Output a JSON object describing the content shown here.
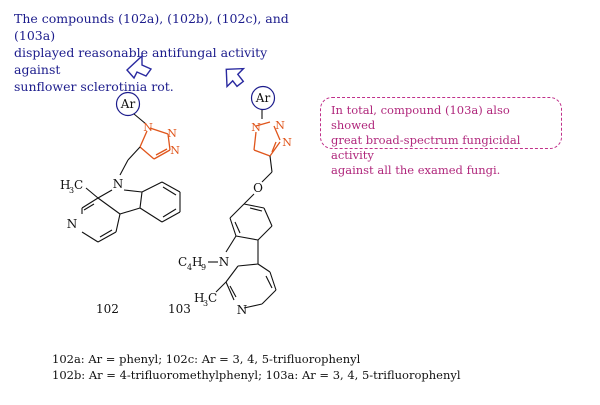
{
  "annotation_top": {
    "line1": "The compounds (102a), (102b), (102c), and (103a)",
    "line2": "displayed reasonable antifungal activity against",
    "line3": "sunflower sclerotinia rot."
  },
  "annotation_box": {
    "line1": "In total, compound (103a) also showed",
    "line2": "great broad-spectrum fungicidal activity",
    "line3": "against all the examed fungi."
  },
  "compound_labels": {
    "c102": "102",
    "c103": "103"
  },
  "atoms": {
    "ar": "Ar",
    "n": "N",
    "o": "O",
    "methyl_h": "H",
    "methyl_sub": "3",
    "methyl_c": "C",
    "butyl_c": "C",
    "butyl_sub_c": "4",
    "butyl_h": "H",
    "butyl_sub_h": "9"
  },
  "legend": {
    "line1": "102a: Ar = phenyl; 102c: Ar = 3, 4, 5-trifluorophenyl",
    "line2": "102b: Ar = 4-trifluoromethylphenyl; 103a: Ar = 3, 4, 5-trifluorophenyl"
  },
  "colors": {
    "triazole": "#e0561c",
    "arrow": "#2a2aa0",
    "note_top": "#1c1c8c",
    "note_box": "#b0277c",
    "bond": "#111111"
  }
}
